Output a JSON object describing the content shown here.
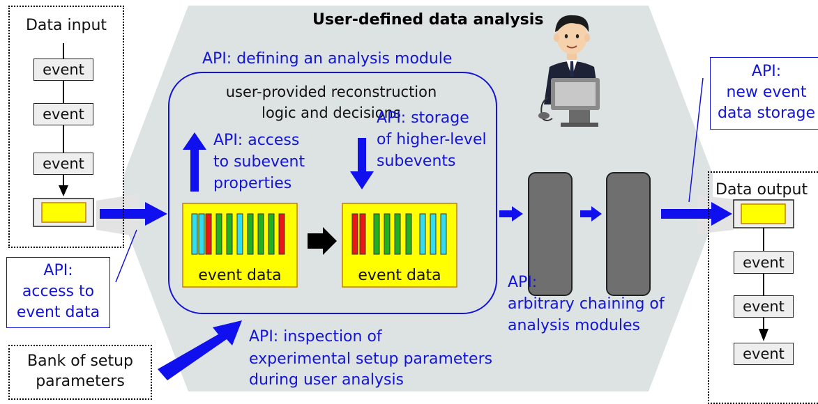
{
  "title": "User-defined data analysis",
  "input_panel": {
    "title": "Data input",
    "events": [
      "event",
      "event",
      "event"
    ]
  },
  "output_panel": {
    "title": "Data output",
    "events": [
      "event",
      "event",
      "event"
    ]
  },
  "setup_bank": {
    "line1": "Bank of setup",
    "line2": "parameters"
  },
  "api_labels": {
    "define_module": "API: defining an analysis module",
    "access_event": [
      "API:",
      "access to",
      "event data"
    ],
    "access_subevent": [
      "API: access",
      "to subevent",
      "properties"
    ],
    "storage_higher": [
      "API: storage",
      "of higher-level",
      "subevents"
    ],
    "new_storage": [
      "API:",
      "new event",
      "data storage"
    ],
    "chaining": [
      "API:",
      "arbitrary chaining of",
      "analysis modules"
    ],
    "inspection": [
      "API: inspection of",
      "experimental setup parameters",
      "during user analysis"
    ]
  },
  "module": {
    "logic_line1": "user-provided reconstruction",
    "logic_line2": "logic and decisions",
    "event_data_before": "event data",
    "event_data_after": "event data"
  },
  "colors": {
    "api_blue": "#1414d6",
    "arrow_blue": "#1010ee",
    "hexagon_fill": "#dde3e3",
    "event_yellow": "#ffff00",
    "bar_red": "#e81818",
    "bar_green": "#22b022",
    "bar_cyan": "#33ddee",
    "module_gray": "#6f6f6f"
  }
}
